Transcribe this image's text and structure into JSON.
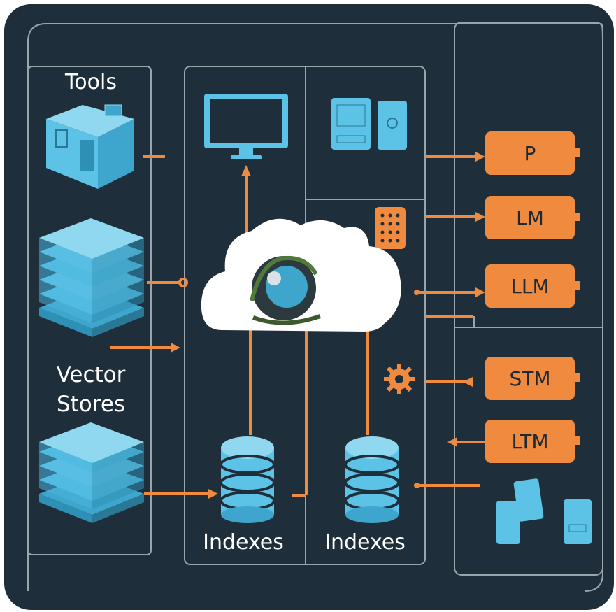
{
  "labels": {
    "tools": "Tools",
    "vector_stores_line1": "Vector",
    "vector_stores_line2": "Stores",
    "indexes_left": "Indexes",
    "indexes_right": "Indexes"
  },
  "memory_blocks": [
    {
      "label": "P"
    },
    {
      "label": "LM"
    },
    {
      "label": "LLM"
    },
    {
      "label": "STM"
    },
    {
      "label": "LTM"
    }
  ],
  "colors": {
    "background": "#1e2f3b",
    "frame_line": "#b9c2c8",
    "accent_orange": "#f08a3e",
    "device_blue": "#5cc3e6",
    "cloud": "#ffffff"
  },
  "icons": [
    "server-icon",
    "layers-icon",
    "monitor-icon",
    "devices-icon",
    "keypad-icon",
    "cloud-icon",
    "gear-icon",
    "database-icon",
    "phone-icon"
  ]
}
